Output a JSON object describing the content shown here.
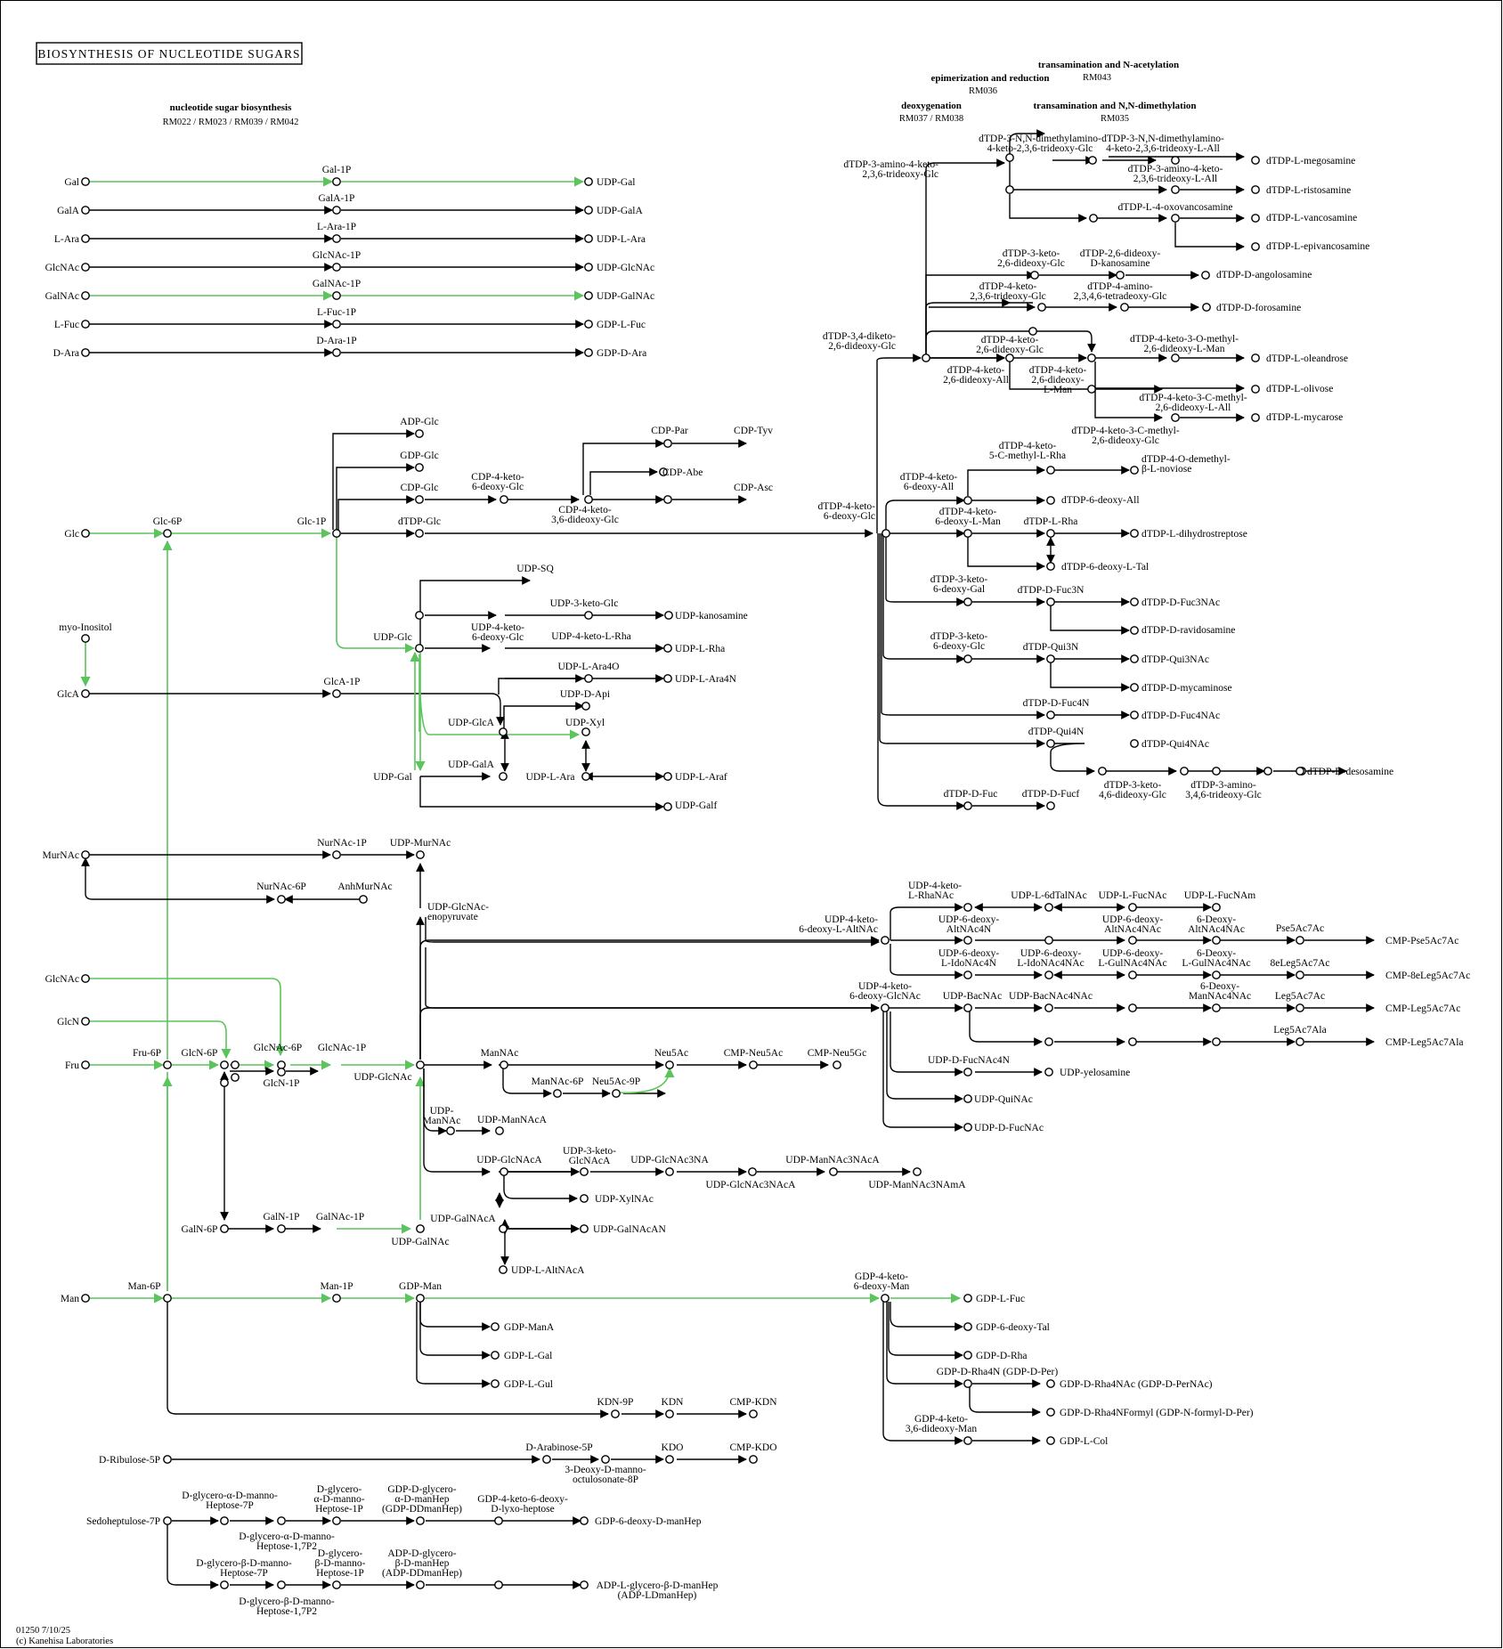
{
  "title": "BIOSYNTHESIS OF NUCLEOTIDE SUGARS",
  "footer": {
    "code": "01250 7/10/25",
    "copyright": "(c) Kanehisa Laboratories"
  },
  "modules": [
    {
      "name": "nucleotide sugar biosynthesis",
      "ids": "RM022 / RM023 / RM039 / RM042"
    },
    {
      "name": "transamination and N-acetylation",
      "ids": "RM043"
    },
    {
      "name": "epimerization and reduction",
      "ids": "RM036"
    },
    {
      "name": "deoxygenation",
      "ids": "RM037 / RM038"
    },
    {
      "name": "transamination and N,N-dimethylation",
      "ids": "RM035"
    }
  ],
  "colors": {
    "highlight": "#5cc45c",
    "edge": "#000000"
  },
  "compounds": [
    "Gal",
    "Gal-1P",
    "UDP-Gal",
    "GalA",
    "GalA-1P",
    "UDP-GalA",
    "L-Ara",
    "L-Ara-1P",
    "UDP-L-Ara",
    "GlcNAc",
    "GlcNAc-1P",
    "UDP-GlcNAc",
    "GalNAc",
    "GalNAc-1P",
    "UDP-GalNAc",
    "L-Fuc",
    "L-Fuc-1P",
    "GDP-L-Fuc",
    "D-Ara",
    "D-Ara-1P",
    "GDP-D-Ara",
    "Glc",
    "Glc-6P",
    "Glc-1P",
    "ADP-Glc",
    "GDP-Glc",
    "CDP-Glc",
    "dTDP-Glc",
    "CDP-4-keto-6-deoxy-Glc",
    "CDP-Par",
    "CDP-Tyv",
    "CDP-Abe",
    "CDP-4-keto-3,6-dideoxy-Glc",
    "CDP-Asc",
    "UDP-SQ",
    "UDP-3-keto-Glc",
    "UDP-kanosamine",
    "UDP-4-keto-6-deoxy-Glc",
    "UDP-4-keto-L-Rha",
    "UDP-L-Rha",
    "UDP-Glc",
    "UDP-L-Ara4O",
    "UDP-L-Ara4N",
    "UDP-D-Api",
    "myo-Inositol",
    "GlcA",
    "GlcA-1P",
    "UDP-GlcA",
    "UDP-Xyl",
    "UDP-GalA",
    "UDP-L-Araf",
    "UDP-Galf",
    "dTDP-4-keto-6-deoxy-Glc",
    "dTDP-3,4-diketo-2,6-dideoxy-Glc",
    "dTDP-3-amino-4-keto-2,3,6-trideoxy-Glc",
    "dTDP-3-N,N-dimethylamino-4-keto-2,3,6-trideoxy-Glc",
    "dTDP-3-N,N-dimethylamino-4-keto-2,3,6-trideoxy-L-All",
    "dTDP-L-megosamine",
    "dTDP-3-amino-4-keto-2,3,6-trideoxy-L-All",
    "dTDP-L-ristosamine",
    "dTDP-L-4-oxovancosamine",
    "dTDP-L-vancosamine",
    "dTDP-L-epivancosamine",
    "dTDP-3-keto-2,6-dideoxy-Glc",
    "dTDP-2,6-dideoxy-D-kanosamine",
    "dTDP-D-angolosamine",
    "dTDP-4-keto-2,3,6-trideoxy-Glc",
    "dTDP-4-amino-2,3,4,6-tetradeoxy-Glc",
    "dTDP-D-forosamine",
    "dTDP-4-keto-2,6-dideoxy-Glc",
    "dTDP-4-keto-2,6-dideoxy-All",
    "dTDP-4-keto-2,6-dideoxy-L-Man",
    "dTDP-4-keto-3-O-methyl-2,6-dideoxy-L-Man",
    "dTDP-L-oleandrose",
    "dTDP-L-olivose",
    "dTDP-4-keto-3-C-methyl-2,6-dideoxy-L-All",
    "dTDP-L-mycarose",
    "dTDP-4-keto-3-C-methyl-2,6-dideoxy-Glc",
    "dTDP-4-keto-5-C-methyl-L-Rha",
    "dTDP-4-O-demethyl-β-L-noviose",
    "dTDP-4-keto-6-deoxy-All",
    "dTDP-6-deoxy-All",
    "dTDP-4-keto-6-deoxy-L-Man",
    "dTDP-L-Rha",
    "dTDP-L-dihydrostreptose",
    "dTDP-6-deoxy-L-Tal",
    "dTDP-3-keto-6-deoxy-Gal",
    "dTDP-D-Fuc3N",
    "dTDP-D-Fuc3NAc",
    "dTDP-D-ravidosamine",
    "dTDP-3-keto-6-deoxy-Glc",
    "dTDP-Qui3N",
    "dTDP-Qui3NAc",
    "dTDP-D-mycaminose",
    "dTDP-D-Fuc4N",
    "dTDP-D-Fuc4NAc",
    "dTDP-Qui4N",
    "dTDP-Qui4NAc",
    "dTDP-3-keto-4,6-dideoxy-Glc",
    "dTDP-3-amino-3,4,6-trideoxy-Glc",
    "dTDP-D-desosamine",
    "dTDP-D-Fuc",
    "dTDP-D-Fucf",
    "MurNAc",
    "NurNAc-1P",
    "UDP-MurNAc",
    "NurNAc-6P",
    "AnhMurNAc",
    "UDP-GlcNAc-enopyruvate",
    "GlcNAc",
    "GlcN",
    "Fru",
    "Fru-6P",
    "GlcN-6P",
    "GlcNAc-6P",
    "GlcN-1P",
    "ManNAc",
    "ManNAc-6P",
    "Neu5Ac-9P",
    "Neu5Ac",
    "CMP-Neu5Ac",
    "CMP-Neu5Gc",
    "UDP-ManNAc",
    "UDP-ManNAcA",
    "UDP-GlcNAcA",
    "UDP-3-keto-GlcNAcA",
    "UDP-GlcNAc3NA",
    "UDP-GlcNAc3NAcA",
    "UDP-ManNAc3NAcA",
    "UDP-ManNAc3NAmA",
    "UDP-XylNAc",
    "GalN-6P",
    "GalN-1P",
    "UDP-GalNAcA",
    "UDP-GalNAcAN",
    "UDP-L-AltNAcA",
    "UDP-4-keto-6-deoxy-L-AltNAc",
    "UDP-4-keto-L-RhaNAc",
    "UDP-L-6dTalNAc",
    "UDP-L-FucNAc",
    "UDP-L-FucNAm",
    "UDP-6-deoxy-AltNAc4N",
    "UDP-6-deoxy-AltNAc4NAc",
    "6-Deoxy-AltNAc4NAc",
    "Pse5Ac7Ac",
    "CMP-Pse5Ac7Ac",
    "UDP-6-deoxy-L-IdoNAc4N",
    "UDP-6-deoxy-L-IdoNAc4NAc",
    "UDP-6-deoxy-L-GulNAc4NAc",
    "6-Deoxy-L-GulNAc4NAc",
    "8eLeg5Ac7Ac",
    "CMP-8eLeg5Ac7Ac",
    "UDP-4-keto-6-deoxy-GlcNAc",
    "UDP-BacNAc",
    "UDP-BacNAc4NAc",
    "6-Deoxy-ManNAc4NAc",
    "Leg5Ac7Ac",
    "CMP-Leg5Ac7Ac",
    "Leg5Ac7Ala",
    "CMP-Leg5Ac7Ala",
    "UDP-D-FucNAc4N",
    "UDP-yelosamine",
    "UDP-QuiNAc",
    "UDP-D-FucNAc",
    "Man",
    "Man-6P",
    "Man-1P",
    "GDP-Man",
    "GDP-ManA",
    "GDP-L-Gal",
    "GDP-L-Gul",
    "GDP-4-keto-6-deoxy-Man",
    "GDP-6-deoxy-Tal",
    "GDP-D-Rha",
    "GDP-D-Rha4N (GDP-D-Per)",
    "GDP-D-Rha4NAc (GDP-D-PerNAc)",
    "GDP-D-Rha4NFormyl (GDP-N-formyl-D-Per)",
    "GDP-4-keto-3,6-dideoxy-Man",
    "GDP-L-Col",
    "KDN-9P",
    "KDN",
    "CMP-KDN",
    "D-Ribulose-5P",
    "D-Arabinose-5P",
    "3-Deoxy-D-manno-octulosonate-8P",
    "KDO",
    "CMP-KDO",
    "Sedoheptulose-7P",
    "D-glycero-α-D-manno-Heptose-7P",
    "D-glycero-α-D-manno-Heptose-1,7P2",
    "D-glycero-α-D-manno-Heptose-1P",
    "GDP-D-glycero-α-D-manHep (GDP-DDmanHep)",
    "GDP-4-keto-6-deoxy-D-lyxo-heptose",
    "GDP-6-deoxy-D-manHep",
    "D-glycero-β-D-manno-Heptose-7P",
    "D-glycero-β-D-manno-Heptose-1,7P2",
    "D-glycero-β-D-manno-Heptose-1P",
    "ADP-D-glycero-β-D-manHep (ADP-DDmanHep)",
    "ADP-L-glycero-β-D-manHep (ADP-LDmanHep)"
  ]
}
